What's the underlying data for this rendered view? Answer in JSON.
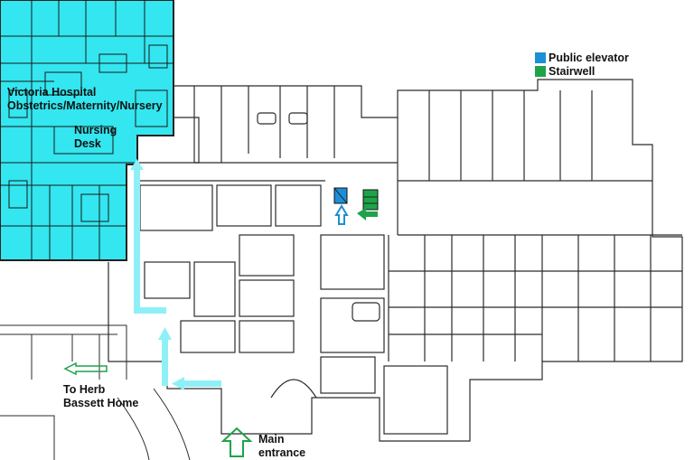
{
  "map": {
    "legend": [
      {
        "label": "Public elevator",
        "color": "#1c8fd6"
      },
      {
        "label": "Stairwell",
        "color": "#1fa34a"
      }
    ],
    "labels": {
      "maternity_line1": "Victoria Hospital",
      "maternity_line2": "Obstetrics/Maternity/Nursery",
      "nursing_line1": "Nursing",
      "nursing_line2": "Desk",
      "herb_line1": "To Herb",
      "herb_line2": "Bassett Home",
      "entrance_line1": "Main",
      "entrance_line2": "entrance"
    },
    "colors": {
      "ward_fill": "#33e6ef",
      "route": "#8ef0f6",
      "walls": "#2b2b2b",
      "green_arrow": "#1fa34a",
      "blue_arrow": "#1c8fd6"
    },
    "icons": [
      "route-arrow-icon",
      "entrance-arrow-icon",
      "elevator-icon",
      "stairwell-icon"
    ]
  }
}
